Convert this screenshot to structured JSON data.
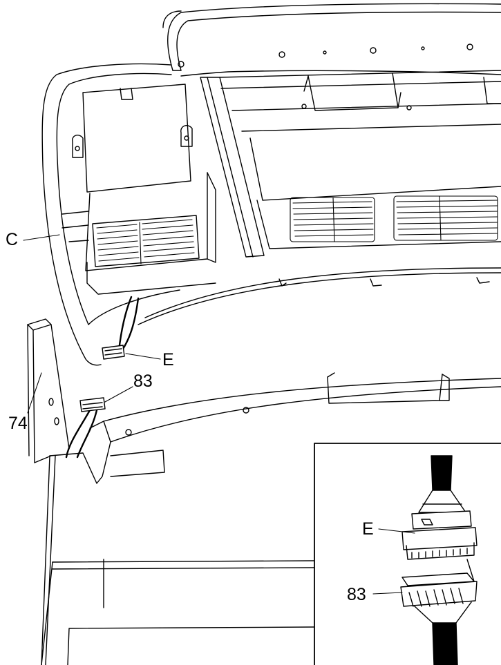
{
  "diagram": {
    "callouts": {
      "c": "C",
      "e_main": "E",
      "part83_main": "83",
      "part74": "74",
      "e_inset": "E",
      "part83_inset": "83"
    },
    "colors": {
      "line": "#000000",
      "paper": "#ffffff"
    }
  }
}
